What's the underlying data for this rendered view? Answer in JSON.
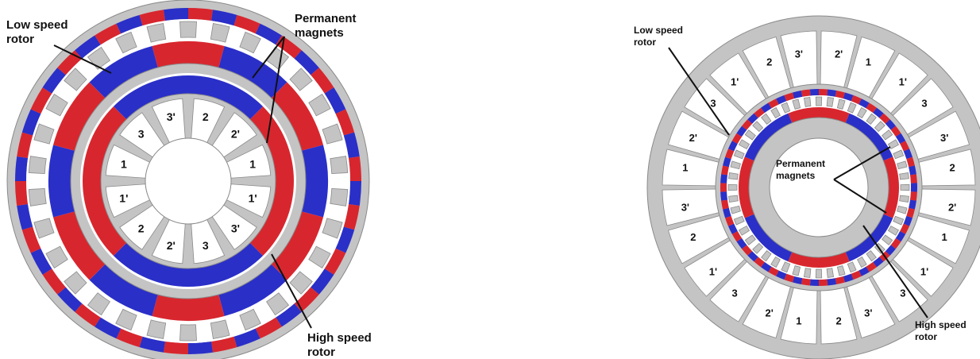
{
  "colors": {
    "background": "#ffffff",
    "iron": "#c4c4c4",
    "iron_edge": "#8a8a8a",
    "magnet_north": "#d8262e",
    "magnet_south": "#2a2fc8",
    "slot": "#ffffff",
    "line": "#111111"
  },
  "left_machine": {
    "labels": {
      "low_speed_rotor_1": "Low speed",
      "low_speed_rotor_2": "rotor",
      "permanent_magnets_1": "Permanent",
      "permanent_magnets_2": "magnets",
      "high_speed_rotor_1": "High speed",
      "high_speed_rotor_2": "rotor"
    },
    "coils": [
      "2",
      "2'",
      "1",
      "1'",
      "3'",
      "3",
      "2'",
      "2",
      "1'",
      "1",
      "3",
      "3'"
    ]
  },
  "right_machine": {
    "labels": {
      "low_speed_rotor_1": "Low speed",
      "low_speed_rotor_2": "rotor",
      "permanent_magnets_1": "Permanent",
      "permanent_magnets_2": "magnets",
      "high_speed_rotor_1": "High speed",
      "high_speed_rotor_2": "rotor"
    },
    "coil_pairs": [
      [
        "2'",
        "1"
      ],
      [
        "1'",
        "3"
      ],
      [
        "3'",
        "2"
      ],
      [
        "2'",
        "1"
      ],
      [
        "1'",
        "3"
      ],
      [
        "3'",
        "2"
      ],
      [
        "1",
        "2'"
      ],
      [
        "3",
        "1'"
      ],
      [
        "2",
        "3'"
      ],
      [
        "1",
        "2'"
      ],
      [
        "3",
        "1'"
      ],
      [
        "2",
        "3'"
      ]
    ]
  }
}
